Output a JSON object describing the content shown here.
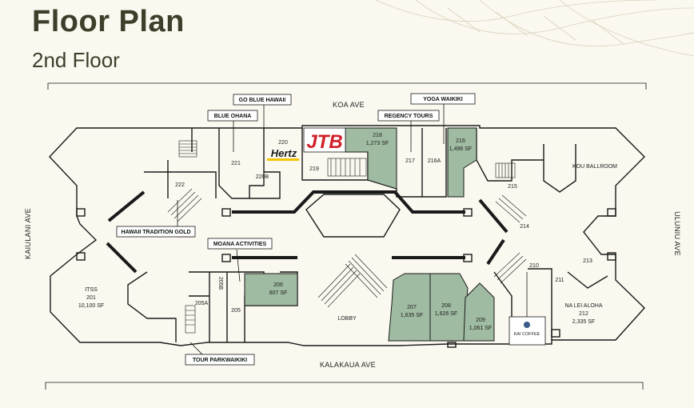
{
  "header": {
    "title": "Floor Plan",
    "subtitle": "2nd Floor"
  },
  "streets": {
    "north": "KOA AVE",
    "south": "KALAKAUA AVE",
    "west": "KAIULANI AVE",
    "east": "ULUNIU AVE"
  },
  "tenants": {
    "go_blue_hawaii": "GO BLUE HAWAII",
    "blue_ohana": "BLUE OHANA",
    "regency_tours": "REGENCY TOURS",
    "yoga_waikiki": "YOGA WAIKIKI",
    "hawaii_tradition_gold": "HAWAII TRADITION GOLD",
    "moana_activities": "MOANA ACTIVITIES",
    "tour_parkwaikiki": "TOUR PARKWAIKIKI",
    "kou_ballroom": "KOU BALLROOM",
    "lobby": "LOBBY"
  },
  "logos": {
    "hertz": "Hertz",
    "jtb": "JTB",
    "kai_coffee": "KAI COFFEE"
  },
  "rooms": {
    "r201": {
      "name": "ITSS",
      "number": "201",
      "area": "10,100 SF"
    },
    "r205a": "205A",
    "r205b": "205B",
    "r205": "205",
    "r206": {
      "number": "206",
      "area": "807 SF"
    },
    "r207": {
      "number": "207",
      "area": "1,635 SF"
    },
    "r208": {
      "number": "208",
      "area": "1,626 SF"
    },
    "r209": {
      "number": "209",
      "area": "1,061 SF"
    },
    "r210": "210",
    "r211": "211",
    "r212": {
      "name": "NA LEI ALOHA",
      "number": "212",
      "area": "2,335 SF"
    },
    "r213": "213",
    "r214": "214",
    "r215": "215",
    "r216": {
      "number": "216",
      "area": "1,496 SF"
    },
    "r216a": "216A",
    "r217": "217",
    "r218": {
      "number": "218",
      "area": "1,273 SF"
    },
    "r219": "219",
    "r220": "220",
    "r220b": "220B",
    "r221": "221",
    "r222": "222"
  },
  "colors": {
    "leased_green": "#9fbba1",
    "title_olive": "#3d3f2a",
    "jtb_red": "#d0202a",
    "hertz_yellow": "#f5c400"
  }
}
